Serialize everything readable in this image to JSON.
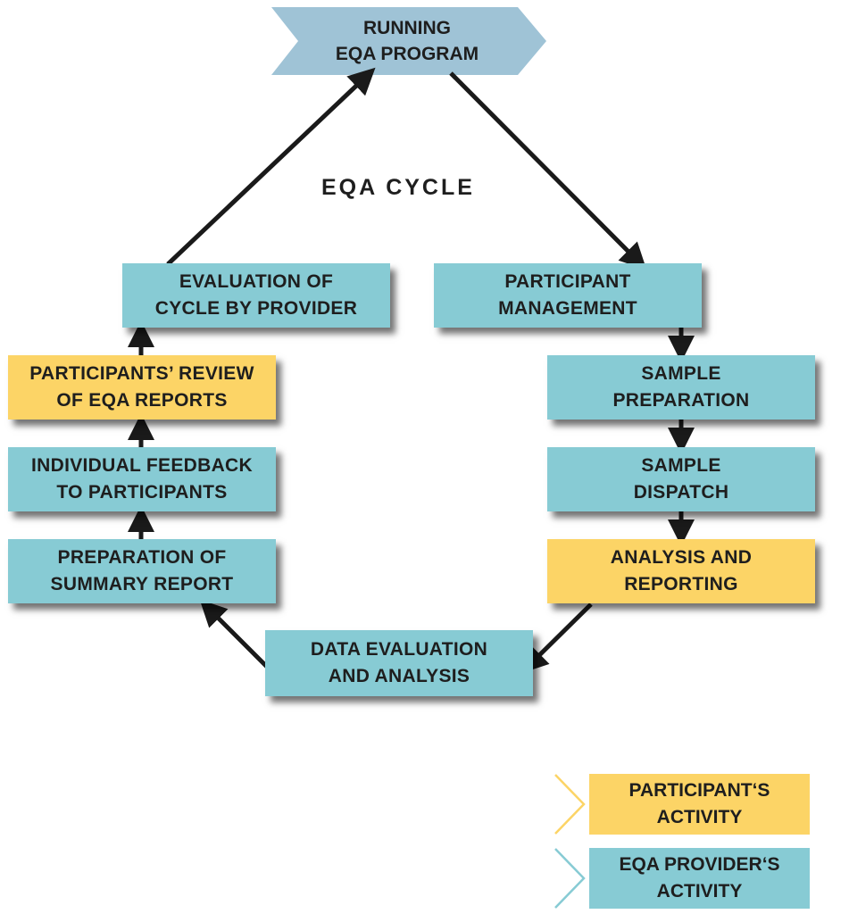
{
  "start": {
    "line1": "RUNNING",
    "line2": "EQA PROGRAM"
  },
  "title": "EQA CYCLE",
  "steps": {
    "participant_management": {
      "line1": "PARTICIPANT",
      "line2": "MANAGEMENT"
    },
    "sample_preparation": {
      "line1": "SAMPLE",
      "line2": "PREPARATION"
    },
    "sample_dispatch": {
      "line1": "SAMPLE",
      "line2": "DISPATCH"
    },
    "analysis_reporting": {
      "line1": "ANALYSIS AND",
      "line2": "REPORTING"
    },
    "data_evaluation": {
      "line1": "DATA EVALUATION",
      "line2": "AND ANALYSIS"
    },
    "summary_report": {
      "line1": "PREPARATION OF",
      "line2": "SUMMARY REPORT"
    },
    "individual_feedback": {
      "line1": "INDIVIDUAL FEEDBACK",
      "line2": "TO PARTICIPANTS"
    },
    "participants_review": {
      "line1": "PARTICIPANTS’ REVIEW",
      "line2": "OF EQA REPORTS"
    },
    "evaluation_cycle": {
      "line1": "EVALUATION OF",
      "line2": "CYCLE BY PROVIDER"
    }
  },
  "legend": {
    "participant": {
      "line1": "PARTICIPANT‘S",
      "line2": "ACTIVITY"
    },
    "provider": {
      "line1": "EQA PROVIDER‘S",
      "line2": "ACTIVITY"
    }
  },
  "colors": {
    "provider": "#87cbd4",
    "participant": "#fcd466",
    "start_banner": "#9fc3d6",
    "arrow": "#1a1a1a"
  }
}
